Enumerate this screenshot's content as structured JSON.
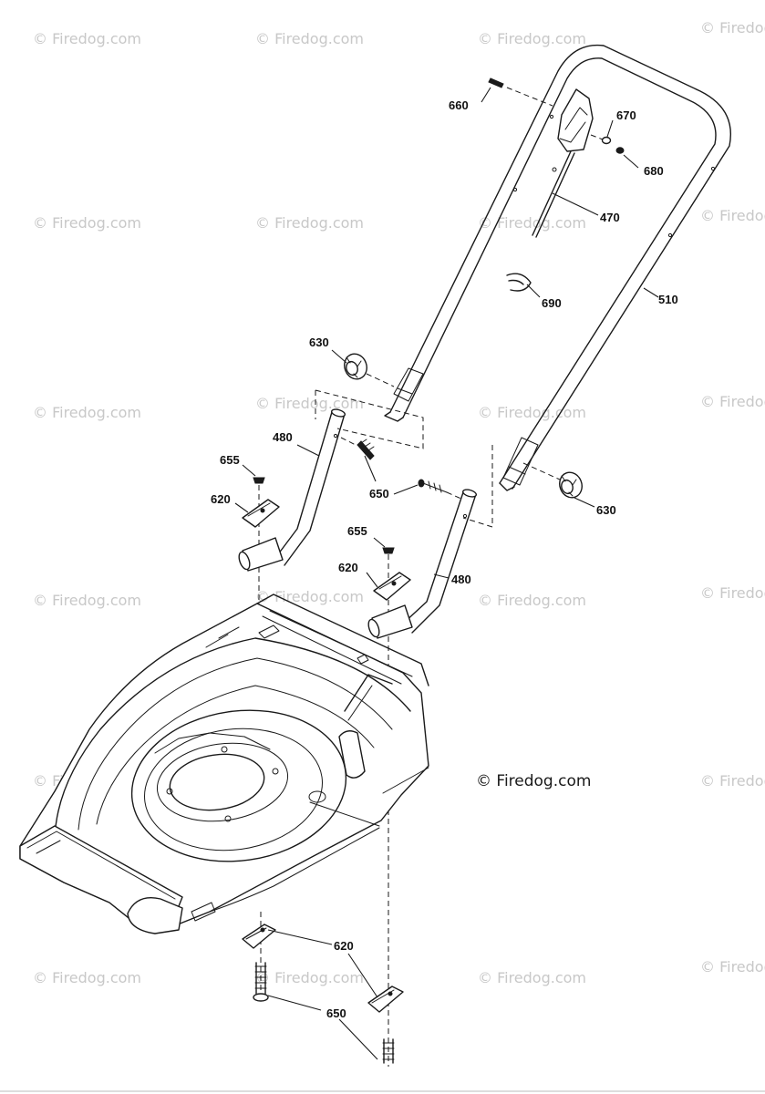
{
  "watermark": "© Firedog.com",
  "copyright": "© Firedog.com",
  "callouts": {
    "c660": "660",
    "c670": "670",
    "c680": "680",
    "c470": "470",
    "c690": "690",
    "c510": "510",
    "c630a": "630",
    "c630b": "630",
    "c480a": "480",
    "c480b": "480",
    "c655a": "655",
    "c655b": "655",
    "c620a": "620",
    "c620b": "620",
    "c620c": "620",
    "c650a": "650",
    "c650b": "650"
  }
}
